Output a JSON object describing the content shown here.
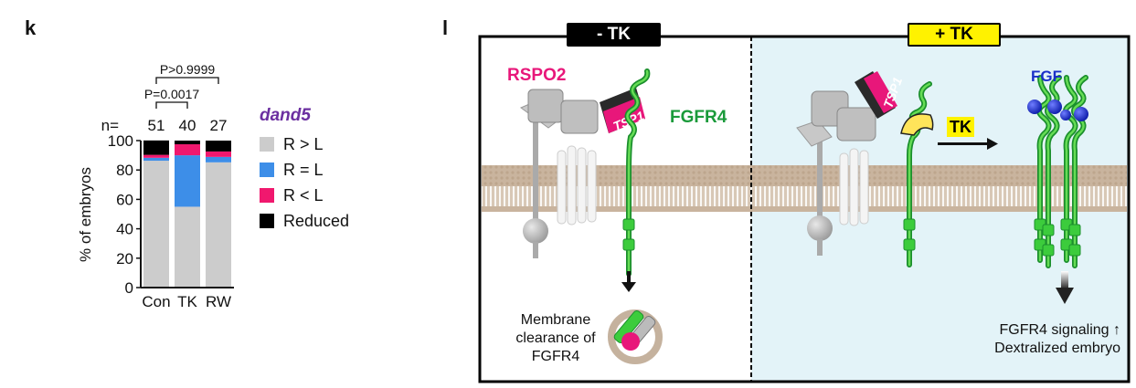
{
  "panels": {
    "k": {
      "letter": "k"
    },
    "l": {
      "letter": "l"
    }
  },
  "chart_data": {
    "type": "bar",
    "stacked": true,
    "title": "",
    "xlabel": "",
    "ylabel": "% of embryos",
    "ylim": [
      0,
      100
    ],
    "yticks": [
      0,
      20,
      40,
      60,
      80,
      100
    ],
    "categories": [
      "Con",
      "TK",
      "RW"
    ],
    "n_prefix": "n=",
    "n_values": [
      "51",
      "40",
      "27"
    ],
    "legend_title": "dand5",
    "legend_position": "right",
    "series": [
      {
        "name": "R > L",
        "color": "#cccccc",
        "values": [
          86.3,
          55.0,
          85.2
        ]
      },
      {
        "name": "R = L",
        "color": "#3d8ee8",
        "values": [
          2.0,
          35.0,
          3.7
        ]
      },
      {
        "name": "R < L",
        "color": "#f0186e",
        "values": [
          2.0,
          7.5,
          3.7
        ]
      },
      {
        "name": "Reduced",
        "color": "#000000",
        "values": [
          9.8,
          2.5,
          7.4
        ]
      }
    ],
    "annotations": [
      {
        "text": "P=0.0017",
        "from": "Con",
        "to": "TK",
        "level": 1
      },
      {
        "text": "P>0.9999",
        "from": "Con",
        "to": "RW",
        "level": 2
      }
    ]
  },
  "diagram": {
    "left_condition": "- TK",
    "right_condition": "+ TK",
    "rspo2_label": "RSPO2",
    "tsp1_label": "TSP1",
    "fgfr4_label": "FGFR4",
    "fgf_label": "FGF",
    "tk_label": "TK",
    "left_caption": [
      "Membrane",
      "clearance of",
      "FGFR4"
    ],
    "right_caption": [
      "FGFR4 signaling ↑",
      "Dextralized embryo"
    ],
    "colors": {
      "rspo2": "#e8177a",
      "fgfr4": "#1a9a3a",
      "fgf": "#1a2fc8",
      "tk_tag": "#fff200",
      "right_bg": "#e3f3f8",
      "membrane": "#c9b49e"
    }
  }
}
